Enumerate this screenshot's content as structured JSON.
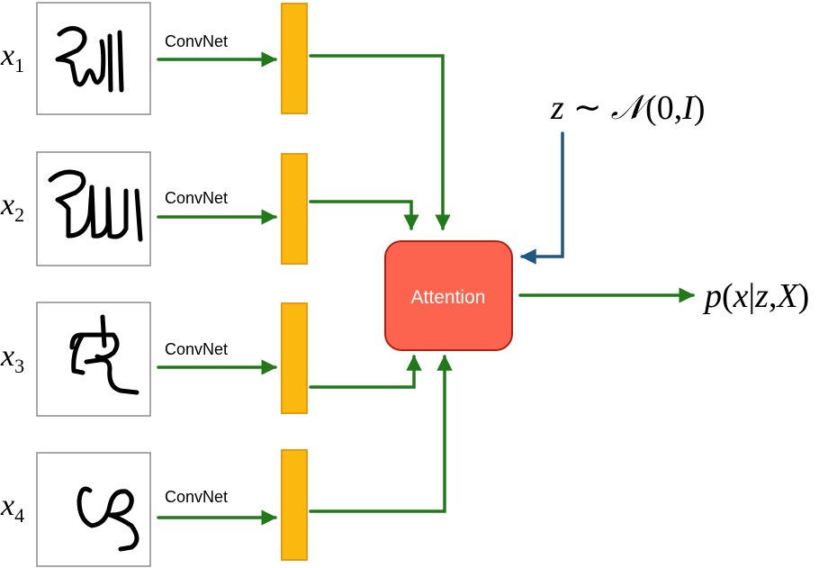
{
  "inputs": [
    {
      "var": "x",
      "sub": "1",
      "label": "ConvNet"
    },
    {
      "var": "x",
      "sub": "2",
      "label": "ConvNet"
    },
    {
      "var": "x",
      "sub": "3",
      "label": "ConvNet"
    },
    {
      "var": "x",
      "sub": "4",
      "label": "ConvNet"
    }
  ],
  "attention": {
    "label": "Attention",
    "fill": "#fd6450",
    "stroke": "#b21f10"
  },
  "latent": {
    "z": "z",
    "sim": "∼",
    "dist": "𝒩",
    "args": "(0,",
    "I": "I",
    "close": ")"
  },
  "output": {
    "p": "p",
    "open": "(",
    "x": "x",
    "bar": "|",
    "z": "z",
    "comma": ",",
    "X": "X",
    "close": ")"
  },
  "colors": {
    "feature_bar": "#fbb90f",
    "feature_bar_border": "#e79a10",
    "arrow_green": "#21791a",
    "arrow_blue": "#1e5882",
    "box_border": "#8a8a8a"
  }
}
